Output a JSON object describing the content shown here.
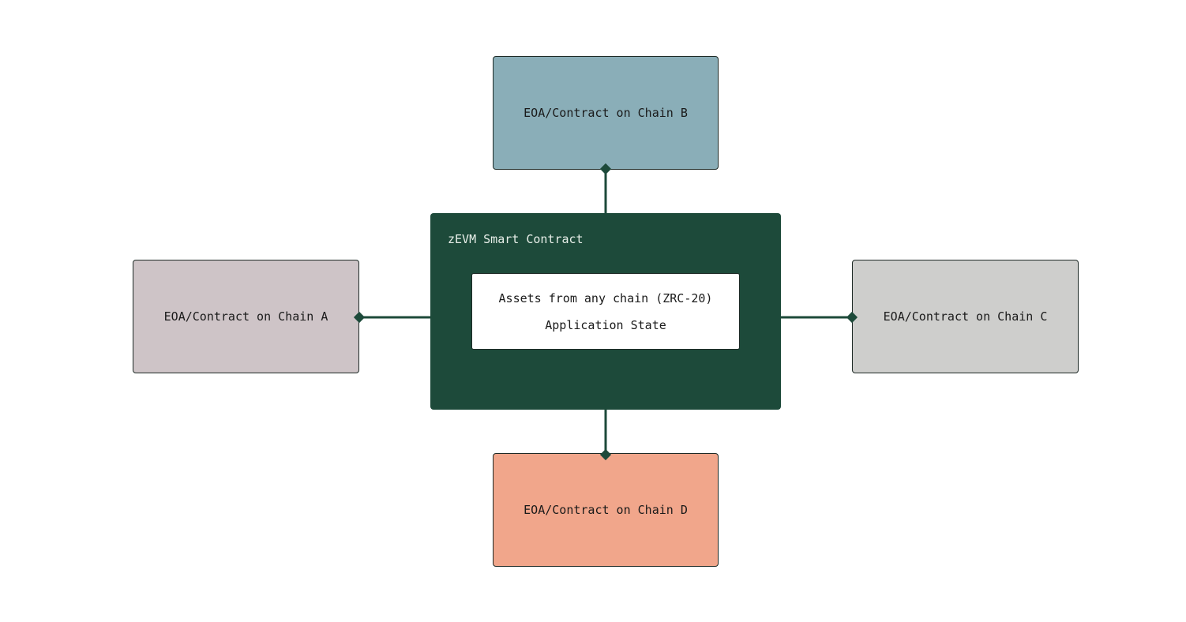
{
  "hub": {
    "title": "zEVM Smart Contract",
    "inner_lines": [
      "Assets from any chain (ZRC-20)",
      "Application State"
    ]
  },
  "nodes": {
    "a": {
      "label": "EOA/Contract on Chain A",
      "color": "#cec4c7"
    },
    "b": {
      "label": "EOA/Contract on Chain B",
      "color": "#8aaeb8"
    },
    "c": {
      "label": "EOA/Contract on Chain C",
      "color": "#cececc"
    },
    "d": {
      "label": "EOA/Contract on Chain D",
      "color": "#f1a68b"
    }
  },
  "colors": {
    "hub": "#1d4a3a",
    "connector": "#1d4a3a"
  }
}
